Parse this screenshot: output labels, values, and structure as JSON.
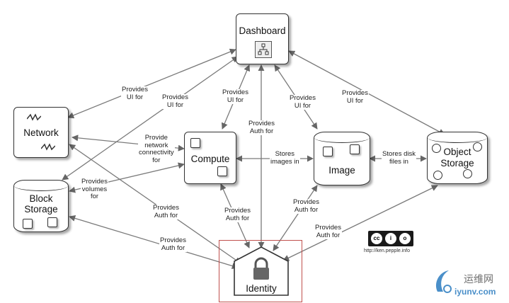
{
  "nodes": {
    "dashboard": "Dashboard",
    "network": "Network",
    "block_storage": [
      "Block",
      "Storage"
    ],
    "compute": "Compute",
    "image": "Image",
    "object_storage": [
      "Object",
      "Storage"
    ],
    "identity": "Identity"
  },
  "labels": {
    "ui_network": [
      "Provides",
      "UI for"
    ],
    "ui_block": [
      "Provides",
      "UI for"
    ],
    "ui_compute": [
      "Provides",
      "UI for"
    ],
    "auth_dashboard": [
      "Provides",
      "Auth for"
    ],
    "ui_image": [
      "Provides",
      "UI for"
    ],
    "ui_object": [
      "Provides",
      "UI for"
    ],
    "network_connectivity": [
      "Provide",
      "network",
      "connectivity",
      "for"
    ],
    "volumes": [
      "Provides",
      "volumes",
      "for"
    ],
    "stores_images": [
      "Stores",
      "images in"
    ],
    "stores_disk": [
      "Stores disk",
      "files in"
    ],
    "auth_network": [
      "Provides",
      "Auth for"
    ],
    "auth_compute": [
      "Provides",
      "Auth for"
    ],
    "auth_image": [
      "Provides",
      "Auth for"
    ],
    "auth_object": [
      "Provides",
      "Auth for"
    ],
    "auth_block": [
      "Provides",
      "Auth for"
    ]
  },
  "credit": "http://ken.pepple.info",
  "badge": [
    "cc",
    "i",
    "o"
  ],
  "watermark": {
    "cn": "运维网",
    "en": "iyunv.com"
  },
  "icons": [
    "dashboard-sitemap-icon",
    "lightning-icon",
    "lock-icon",
    "disk-icon"
  ],
  "colors": {
    "edge": "#777777",
    "highlight_box": "#c0504d",
    "watermark_blue": "#4a8fc9"
  }
}
